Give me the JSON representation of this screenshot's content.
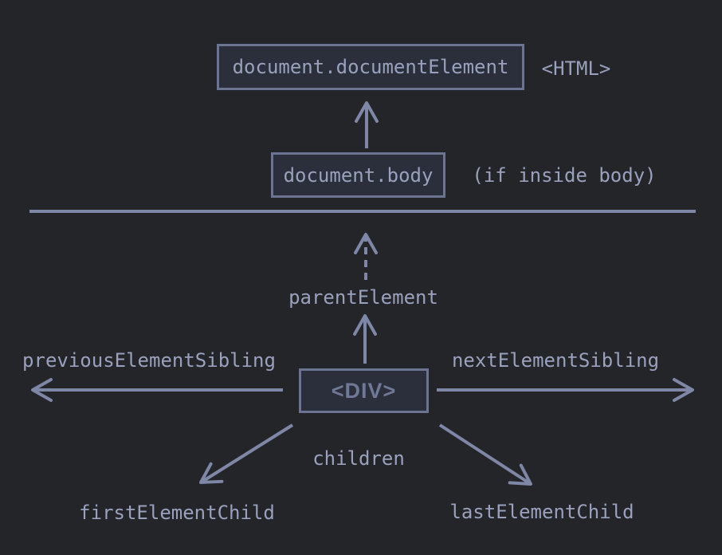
{
  "colors": {
    "background": "#242529",
    "box_fill": "#2b2e3b",
    "box_border": "#6c7492",
    "text": "#99a1bd",
    "arrow": "#7e87a6",
    "div_text": "#6f7894"
  },
  "diagram": {
    "document_element_box": "document.documentElement",
    "html_tag_label": "<HTML>",
    "document_body_box": "document.body",
    "if_inside_body_note": "(if inside body)",
    "parent_element_label": "parentElement",
    "div_box": "<DIV>",
    "previous_sibling_label": "previousElementSibling",
    "next_sibling_label": "nextElementSibling",
    "children_label": "children",
    "first_child_label": "firstElementChild",
    "last_child_label": "lastElementChild"
  }
}
